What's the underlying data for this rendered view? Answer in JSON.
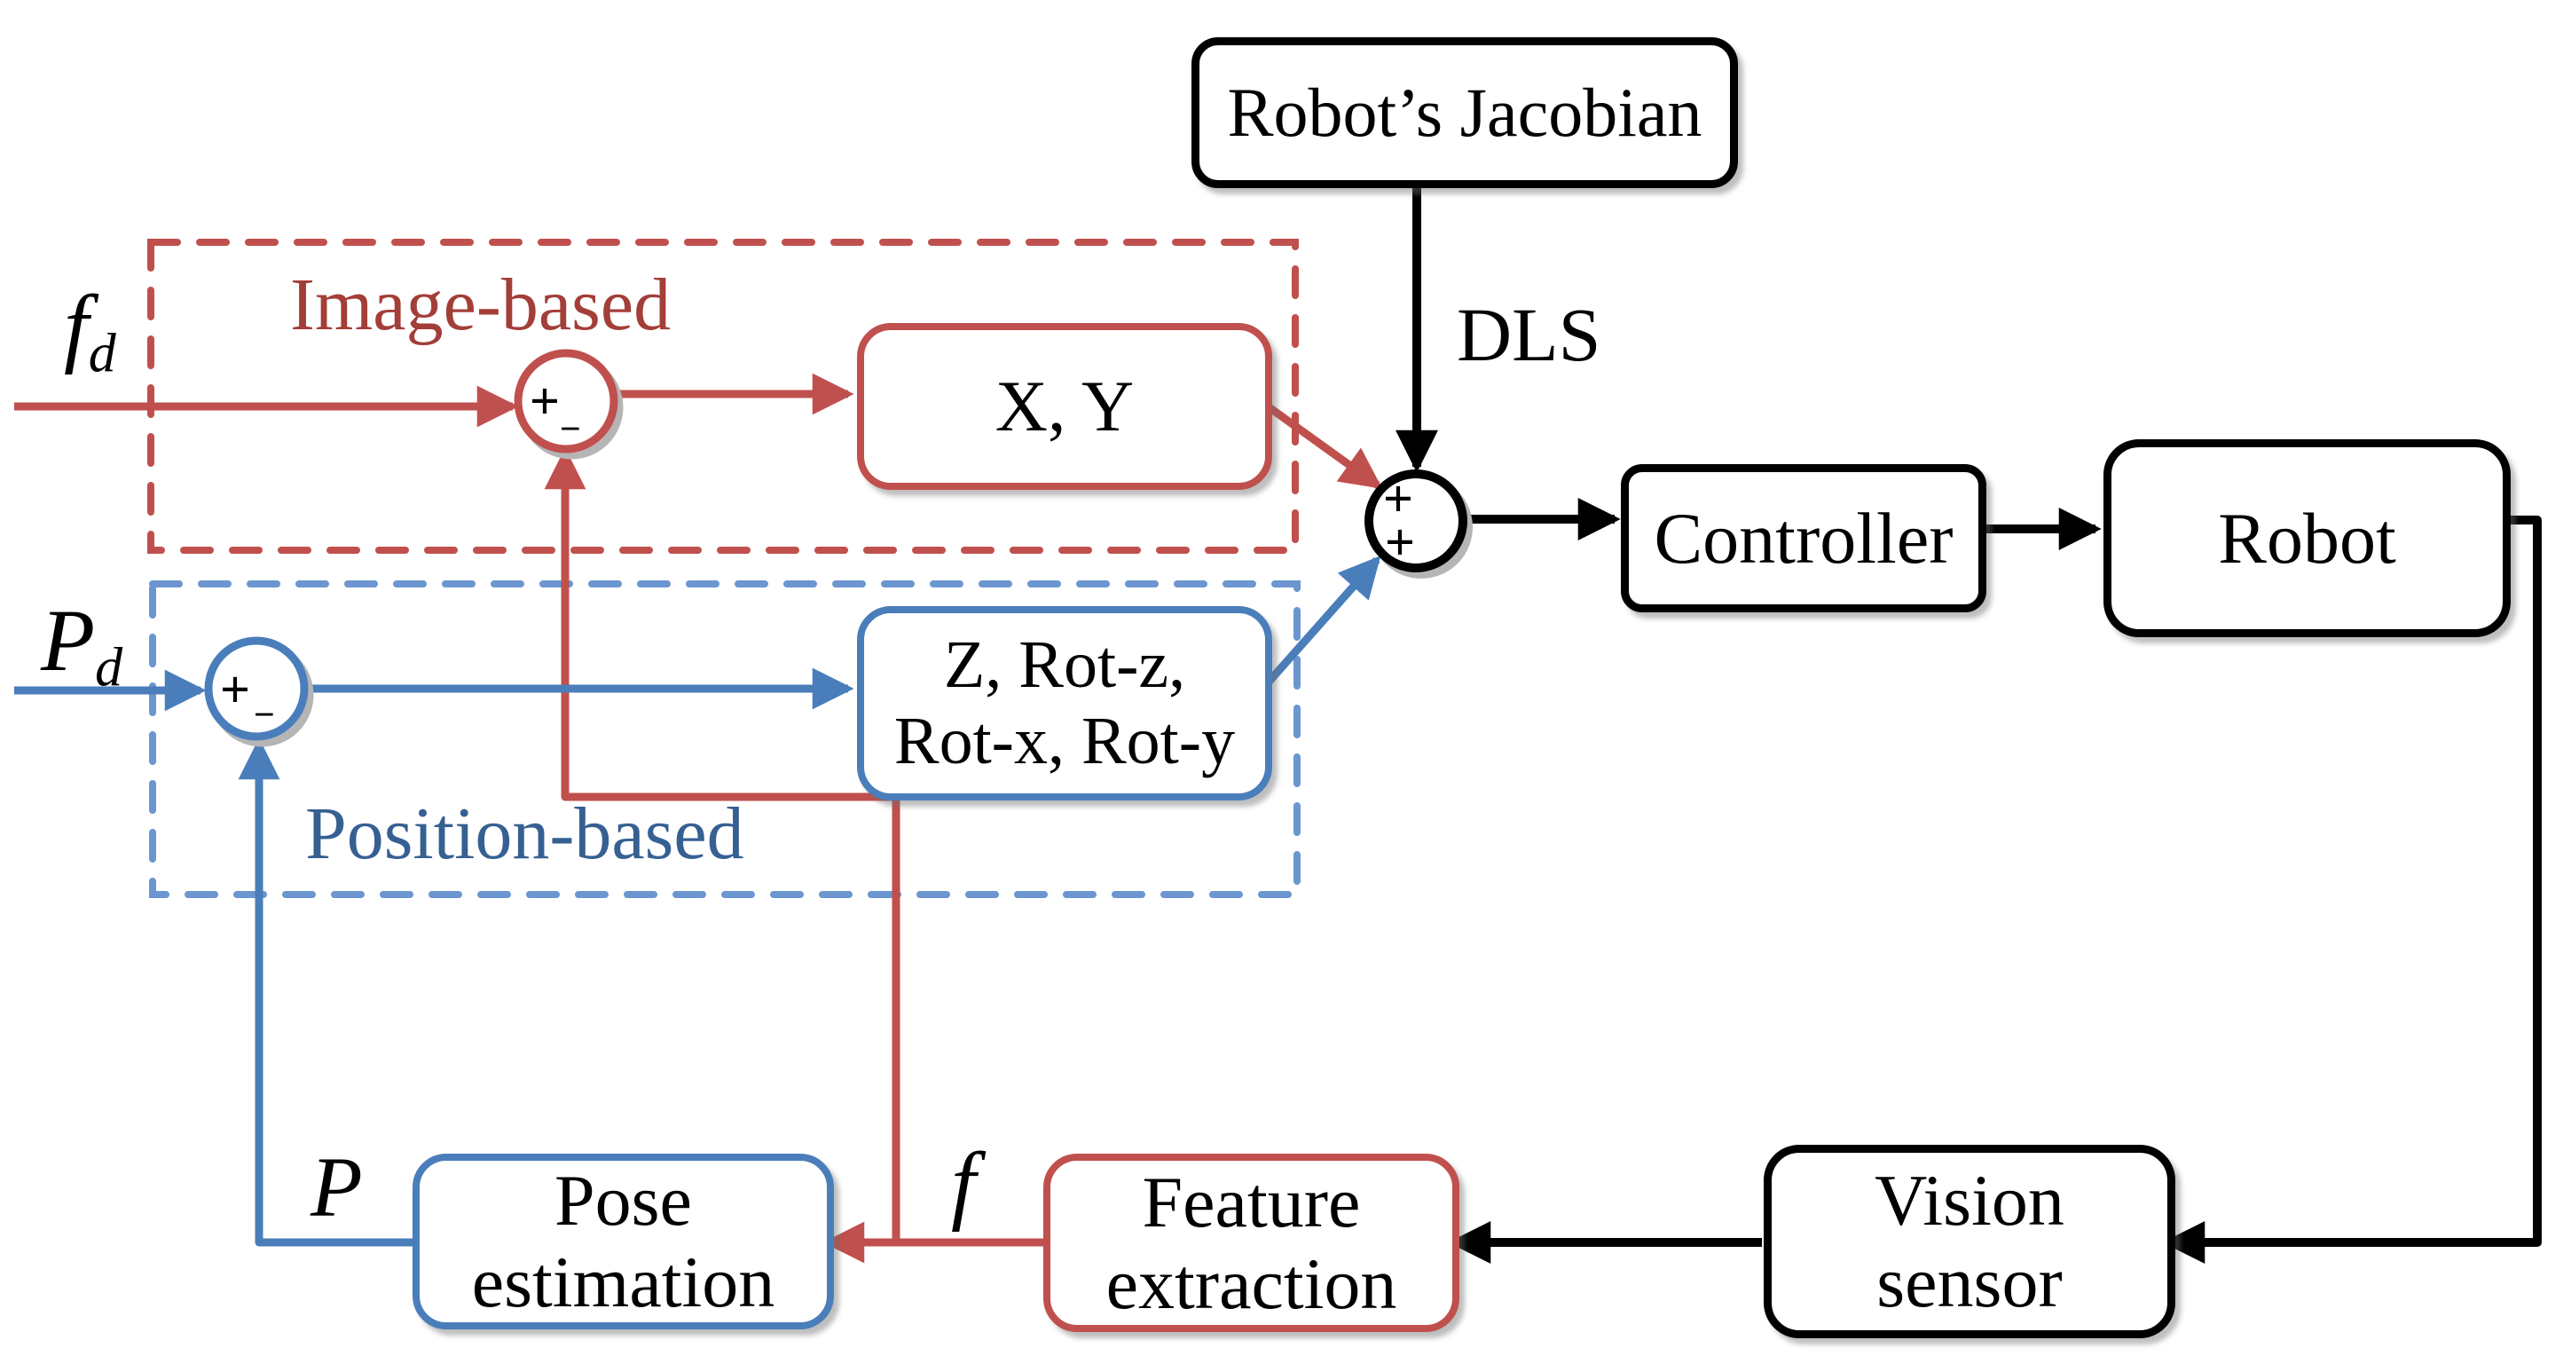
{
  "title": "Hybrid visual servoing block diagram",
  "colors": {
    "red_line": "#C0504D",
    "red_dash": "#C0504D",
    "red_text": "#A33E38",
    "blue_line": "#4A7EBB",
    "blue_dash": "#6B96D0",
    "blue_text": "#366092",
    "black": "#000000",
    "background": "#FFFFFF"
  },
  "regions": {
    "image_based": {
      "label": "Image-based"
    },
    "position_based": {
      "label": "Position-based"
    }
  },
  "boxes": {
    "jacobian": {
      "label": "Robot’s Jacobian"
    },
    "controller": {
      "label": "Controller"
    },
    "robot": {
      "label": "Robot"
    },
    "vision_sensor": {
      "label": "Vision\nsensor"
    },
    "feature_extraction": {
      "label": "Feature\nextraction"
    },
    "pose_estimation": {
      "label": "Pose\nestimation"
    },
    "xy": {
      "label": "X, Y"
    },
    "z_rot": {
      "label": "Z, Rot-z,\nRot-x, Rot-y"
    }
  },
  "signals": {
    "fd": {
      "base": "f",
      "sub": "d"
    },
    "pd": {
      "base": "P",
      "sub": "d"
    },
    "p": {
      "base": "P"
    },
    "f": {
      "base": "f"
    },
    "dls": {
      "label": "DLS"
    }
  },
  "junctions": {
    "main": {
      "sign_top": "+",
      "sign_bottom": "+"
    },
    "image": {
      "sign_plus": "+",
      "sign_minus": "−"
    },
    "position": {
      "sign_plus": "+",
      "sign_minus": "−"
    }
  }
}
